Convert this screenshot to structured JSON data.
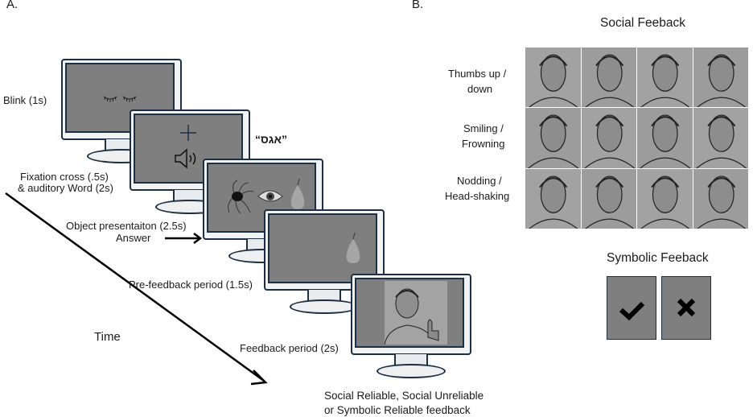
{
  "panel_a": {
    "label": "A.",
    "steps": [
      {
        "label": "Blink (1s)",
        "screen": "closed-eyes"
      },
      {
        "label_line1": "Fixation cross (.5s)",
        "label_line2": "& auditory Word (2s)",
        "screen": "fixation-cross-and-speaker",
        "word": "“אגס”"
      },
      {
        "label_line1": "Object presentaiton (2.5s)",
        "label_line2": "Answer",
        "screen": "spider-eye-pear"
      },
      {
        "label": "Pre-feedback period (1.5s)",
        "screen": "pear"
      },
      {
        "label": "Feedback period (2s)",
        "screen": "thumbs-up-face"
      }
    ],
    "time_label": "Time",
    "feedback_caption_line1": "Social Reliable, Social Unreliable",
    "feedback_caption_line2": "or Symbolic Reliable feedback"
  },
  "panel_b": {
    "label": "B.",
    "social_title": "Social Feeback",
    "rows": [
      {
        "label_line1": "Thumbs up /",
        "label_line2": "down"
      },
      {
        "label_line1": "Smiling /",
        "label_line2": "Frowning"
      },
      {
        "label_line1": "Nodding /",
        "label_line2": "Head-shaking"
      }
    ],
    "columns": 4,
    "symbolic_title": "Symbolic Feeback",
    "symbols": [
      "check-mark",
      "cross-mark"
    ]
  },
  "colors": {
    "monitor_outline": "#1d2f42",
    "screen_gray": "#7f7f7f",
    "bezel": "#f1f3f4"
  }
}
